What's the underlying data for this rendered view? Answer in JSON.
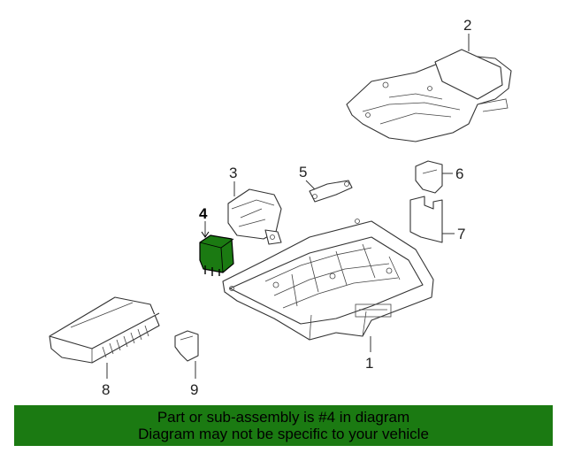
{
  "diagram": {
    "highlighted_part": "4",
    "highlight_color": "#1b7a12",
    "callouts": [
      "1",
      "2",
      "3",
      "4",
      "5",
      "6",
      "7",
      "8",
      "9"
    ]
  },
  "footer": {
    "line1": "Part or sub-assembly is #4 in diagram",
    "line2": "Diagram may not be specific to your vehicle",
    "background": "#1b7a12"
  }
}
